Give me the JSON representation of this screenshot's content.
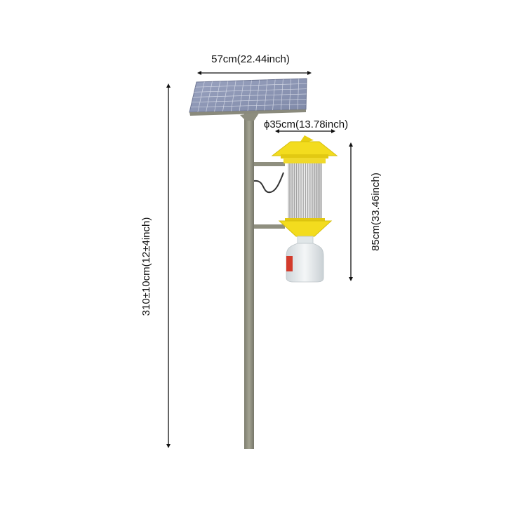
{
  "dimensions": {
    "panel_width": "57cm(22.44inch)",
    "trap_diameter": "ϕ35cm(13.78inch)",
    "trap_height": "85cm(33.46inch)",
    "total_height": "310±10cm(12±4inch)"
  },
  "colors": {
    "background": "#ffffff",
    "dimension_line": "#111111",
    "pole": "#8f8f7f",
    "panel": "#8e98b6",
    "panel_grid": "#d9dde9",
    "trap_yellow": "#f3dc1e",
    "trap_yellow_dark": "#d6bf0c",
    "grid_bars": "#b9b9b9",
    "bottle": "#e3e8ea",
    "label_red": "#d33b2c"
  }
}
